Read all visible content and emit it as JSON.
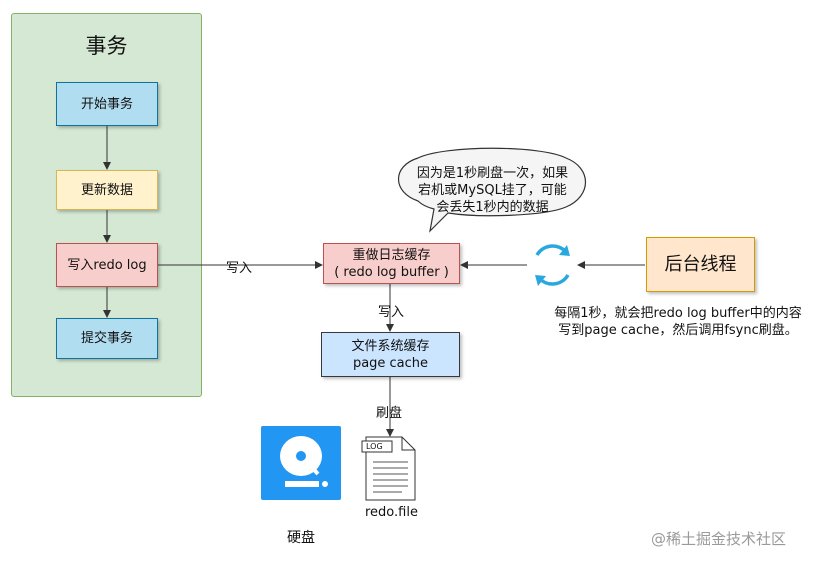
{
  "transaction": {
    "title": "事务",
    "steps": [
      "开始事务",
      "更新数据",
      "写入redo log",
      "提交事务"
    ]
  },
  "redo_buffer": {
    "line1": "重做日志缓存",
    "line2": "( redo log buffer )"
  },
  "page_cache": {
    "line1": "文件系统缓存",
    "line2": "page cache"
  },
  "background": {
    "label": "后台线程"
  },
  "edge_labels": {
    "write_to_buffer": "写入",
    "write_to_cache": "写入",
    "flush": "刷盘"
  },
  "bubble": {
    "lines": [
      "因为是1秒刷盘一次，如果",
      "宕机或MySQL挂了，可能",
      "会丢失1秒内的数据"
    ]
  },
  "bg_note": {
    "lines": [
      "每隔1秒，就会把redo log buffer中的内容",
      "写到page cache，然后调用fsync刷盘。"
    ]
  },
  "disk": {
    "label": "硬盘"
  },
  "file": {
    "tag": "LOG",
    "label": "redo.file"
  },
  "watermark": "@稀土掘金技术社区",
  "colors": {
    "panel": "#d5e8d4",
    "disk_icon": "#2196f3",
    "sync_icon": "#29a8e0"
  }
}
